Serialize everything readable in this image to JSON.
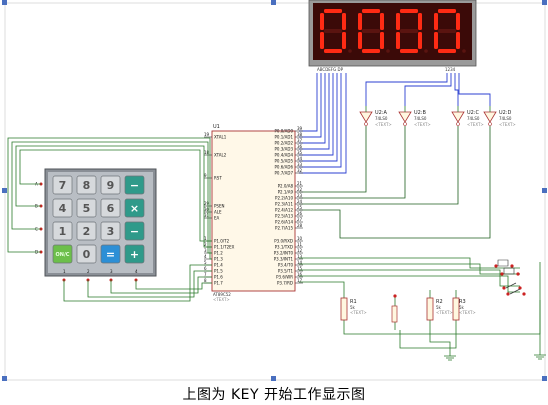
{
  "display": {
    "digits": [
      "0",
      "0",
      "0",
      "0"
    ],
    "segment_label": "ABCDEFG DP",
    "digit_select_label": "1234",
    "color_on": "#ff2b14",
    "color_bg": "#3b0a08"
  },
  "keypad": {
    "keys": [
      "7",
      "8",
      "9",
      "−",
      "4",
      "5",
      "6",
      "×",
      "1",
      "2",
      "3",
      "−",
      "ON/C",
      "0",
      "=",
      "+"
    ],
    "row_labels": [
      "A",
      "B",
      "C",
      "D"
    ],
    "col_labels": [
      "1",
      "2",
      "3",
      "4"
    ]
  },
  "mcu": {
    "name": "U1",
    "part": "AT89C52",
    "sub": "<TEXT>",
    "left_pins": [
      {
        "num": "19",
        "name": "XTAL1"
      },
      {
        "num": "18",
        "name": "XTAL2"
      },
      {
        "num": "9",
        "name": "RST"
      },
      {
        "num": "29",
        "name": "PSEN"
      },
      {
        "num": "30",
        "name": "ALE"
      },
      {
        "num": "31",
        "name": "EA"
      },
      {
        "num": "1",
        "name": "P1.0/T2"
      },
      {
        "num": "2",
        "name": "P1.1/T2EX"
      },
      {
        "num": "3",
        "name": "P1.2"
      },
      {
        "num": "4",
        "name": "P1.3"
      },
      {
        "num": "5",
        "name": "P1.4"
      },
      {
        "num": "6",
        "name": "P1.5"
      },
      {
        "num": "7",
        "name": "P1.6"
      },
      {
        "num": "8",
        "name": "P1.7"
      }
    ],
    "right_pins_top": [
      {
        "num": "39",
        "name": "P0.0/AD0"
      },
      {
        "num": "38",
        "name": "P0.1/AD1"
      },
      {
        "num": "37",
        "name": "P0.2/AD2"
      },
      {
        "num": "36",
        "name": "P0.3/AD3"
      },
      {
        "num": "35",
        "name": "P0.4/AD4"
      },
      {
        "num": "34",
        "name": "P0.5/AD5"
      },
      {
        "num": "33",
        "name": "P0.6/AD6"
      },
      {
        "num": "32",
        "name": "P0.7/AD7"
      }
    ],
    "right_pins_mid": [
      {
        "num": "21",
        "name": "P2.0/A8"
      },
      {
        "num": "22",
        "name": "P2.1/A9"
      },
      {
        "num": "23",
        "name": "P2.2/A10"
      },
      {
        "num": "24",
        "name": "P2.3/A11"
      },
      {
        "num": "25",
        "name": "P2.4/A12"
      },
      {
        "num": "26",
        "name": "P2.5/A13"
      },
      {
        "num": "27",
        "name": "P2.6/A14"
      },
      {
        "num": "28",
        "name": "P2.7/A15"
      }
    ],
    "right_pins_bot": [
      {
        "num": "10",
        "name": "P3.0/RXD"
      },
      {
        "num": "11",
        "name": "P3.1/TXD"
      },
      {
        "num": "12",
        "name": "P3.2/INT0"
      },
      {
        "num": "13",
        "name": "P3.3/INT1"
      },
      {
        "num": "14",
        "name": "P3.4/T0"
      },
      {
        "num": "15",
        "name": "P3.5/T1"
      },
      {
        "num": "16",
        "name": "P3.6/WR"
      },
      {
        "num": "17",
        "name": "P3.7/RD"
      }
    ]
  },
  "buffers": [
    {
      "name": "U2:A",
      "part": "74LS0"
    },
    {
      "name": "U2:B",
      "part": "74LS0"
    },
    {
      "name": "U2:C",
      "part": "74LS0"
    },
    {
      "name": "U2:D",
      "part": "74LS0"
    }
  ],
  "resistors": [
    {
      "name": "R1",
      "value": "5k"
    },
    {
      "name": "R2",
      "value": "5k"
    },
    {
      "name": "R3",
      "value": "5k"
    }
  ],
  "component_tag": "<TEXT>",
  "caption": "上图为 KEY 开始工作显示图"
}
